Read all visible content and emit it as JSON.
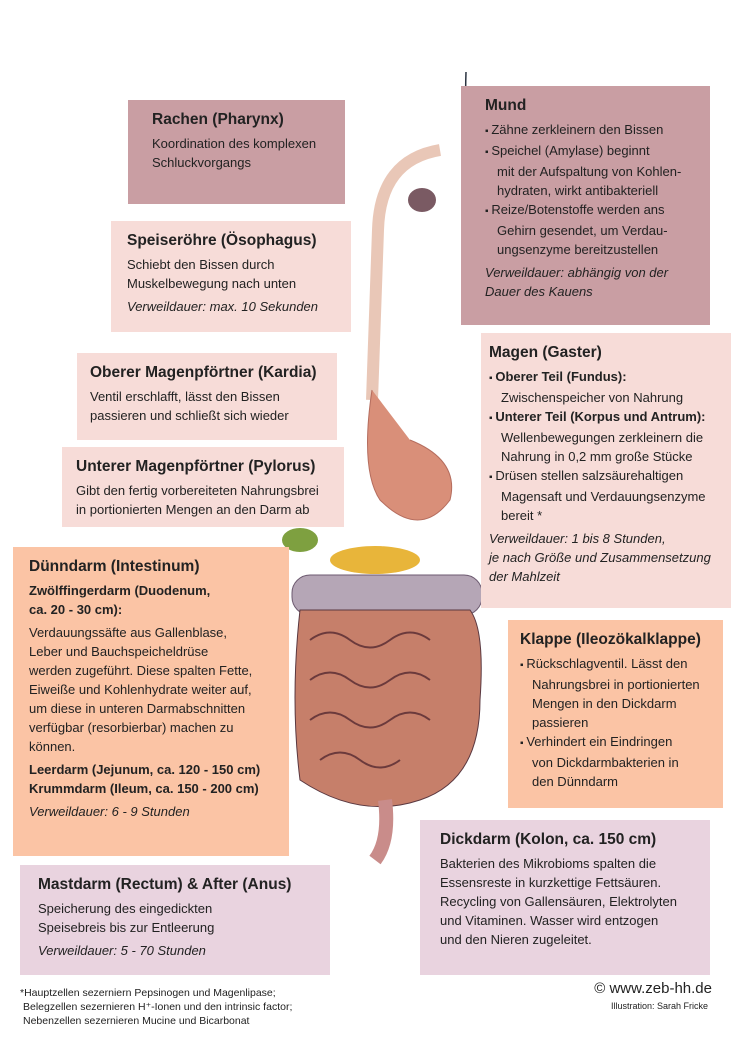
{
  "boxes": [
    {
      "id": "rachen",
      "title": "Rachen (Pharynx)",
      "lines": [
        {
          "t": "Koordination des komplexen",
          "s": "p"
        },
        {
          "t": "Schluckvorgangs",
          "s": "p"
        }
      ]
    },
    {
      "id": "mund",
      "title": "Mund",
      "lines": [
        {
          "t": "Zähne zerkleinern den Bissen",
          "s": "b"
        },
        {
          "t": "Speichel (Amylase) beginnt",
          "s": "b"
        },
        {
          "t": "mit der Aufspaltung von Kohlen-",
          "s": "c"
        },
        {
          "t": "hydraten, wirkt antibakteriell",
          "s": "c"
        },
        {
          "t": "Reize/Botenstoffe werden ans",
          "s": "b"
        },
        {
          "t": "Gehirn gesendet, um Verdau-",
          "s": "c"
        },
        {
          "t": "ungsenzyme bereitzustellen",
          "s": "c"
        },
        {
          "t": "Verweildauer: abhängig von der",
          "s": "i"
        },
        {
          "t": "Dauer des Kauens",
          "s": "i2"
        }
      ]
    },
    {
      "id": "speiseroehre",
      "title": "Speiseröhre (Ösophagus)",
      "lines": [
        {
          "t": "Schiebt den Bissen durch",
          "s": "p"
        },
        {
          "t": "Muskelbewegung nach unten",
          "s": "p"
        },
        {
          "t": "Verweildauer: max. 10 Sekunden",
          "s": "i"
        }
      ]
    },
    {
      "id": "kardia",
      "title": "Oberer Magenpförtner (Kardia)",
      "lines": [
        {
          "t": "Ventil erschlafft, lässt den Bissen",
          "s": "p"
        },
        {
          "t": "passieren und schließt sich wieder",
          "s": "p"
        }
      ]
    },
    {
      "id": "pylorus",
      "title": "Unterer Magenpförtner (Pylorus)",
      "lines": [
        {
          "t": "Gibt den fertig vorbereiteten Nahrungsbrei",
          "s": "p"
        },
        {
          "t": "in portionierten Mengen an den Darm ab",
          "s": "p"
        }
      ]
    },
    {
      "id": "magen",
      "title": "Magen (Gaster)",
      "lines": [
        {
          "t": "Oberer Teil (Fundus):",
          "s": "bb"
        },
        {
          "t": "Zwischenspeicher von Nahrung",
          "s": "c"
        },
        {
          "t": "Unterer Teil (Korpus und Antrum):",
          "s": "bb"
        },
        {
          "t": "Wellenbewegungen zerkleinern die",
          "s": "c"
        },
        {
          "t": "Nahrung in 0,2 mm große Stücke",
          "s": "c"
        },
        {
          "t": "Drüsen stellen salzsäurehaltigen",
          "s": "b"
        },
        {
          "t": "Magensaft und Verdauungsenzyme",
          "s": "c"
        },
        {
          "t": "bereit *",
          "s": "c"
        },
        {
          "t": "Verweildauer: 1 bis 8 Stunden,",
          "s": "i"
        },
        {
          "t": "je nach Größe und Zusammensetzung",
          "s": "i2"
        },
        {
          "t": "der Mahlzeit",
          "s": "i2"
        }
      ]
    },
    {
      "id": "duenndarm",
      "title": "Dünndarm (Intestinum)",
      "lines": [
        {
          "t": "Zwölffingerdarm (Duodenum,",
          "s": "bold"
        },
        {
          "t": "ca. 20 - 30 cm):",
          "s": "bold"
        },
        {
          "t": "Verdauungssäfte aus Gallenblase,",
          "s": "sp"
        },
        {
          "t": "Leber und Bauchspeicheldrüse",
          "s": "p"
        },
        {
          "t": "werden zugeführt. Diese spalten Fette,",
          "s": "p"
        },
        {
          "t": "Eiweiße und Kohlenhydrate weiter auf,",
          "s": "p"
        },
        {
          "t": "um diese in unteren Darmabschnitten",
          "s": "p"
        },
        {
          "t": "verfügbar (resorbierbar) machen zu",
          "s": "p"
        },
        {
          "t": "können.",
          "s": "p"
        },
        {
          "t": "Leerdarm (Jejunum, ca. 120 - 150 cm)",
          "s": "boldsp"
        },
        {
          "t": "Krummdarm (Ileum, ca. 150 - 200 cm)",
          "s": "bold"
        },
        {
          "t": "Verweildauer: 6 - 9 Stunden",
          "s": "i"
        }
      ]
    },
    {
      "id": "klappe",
      "title": "Klappe (Ileozökalklappe)",
      "lines": [
        {
          "t": "Rückschlagventil. Lässt den",
          "s": "b"
        },
        {
          "t": "Nahrungsbrei in portionierten",
          "s": "c"
        },
        {
          "t": "Mengen in den Dickdarm",
          "s": "c"
        },
        {
          "t": "passieren",
          "s": "c"
        },
        {
          "t": "Verhindert ein Eindringen",
          "s": "b"
        },
        {
          "t": "von Dickdarmbakterien in",
          "s": "c"
        },
        {
          "t": "den Dünndarm",
          "s": "c"
        }
      ]
    },
    {
      "id": "dickdarm",
      "title": "Dickdarm (Kolon, ca. 150 cm)",
      "lines": [
        {
          "t": "Bakterien des Mikrobioms spalten die",
          "s": "p"
        },
        {
          "t": "Essensreste in kurzkettige Fettsäuren.",
          "s": "p"
        },
        {
          "t": "Recycling von Gallensäuren, Elektrolyten",
          "s": "p"
        },
        {
          "t": "und Vitaminen. Wasser wird entzogen",
          "s": "p"
        },
        {
          "t": "und den Nieren zugeleitet.",
          "s": "p"
        }
      ]
    },
    {
      "id": "mastdarm",
      "title": "Mastdarm (Rectum) & After (Anus)",
      "lines": [
        {
          "t": "Speicherung des eingedickten",
          "s": "p"
        },
        {
          "t": "Speisebreis bis zur Entleerung",
          "s": "p"
        },
        {
          "t": "Verweildauer: 5 - 70 Stunden",
          "s": "i"
        }
      ]
    }
  ],
  "footnote": [
    "*Hauptzellen sezerniern Pepsinogen und Magenlipase;",
    "Belegzellen sezernieren H⁺-Ionen und den intrinsic factor;",
    "Nebenzellen sezernieren Mucine und Bicarbonat"
  ],
  "copyright": "© www.zeb-hh.de",
  "credit": "Illustration: Sarah Fricke",
  "colors": {
    "dark": "#c99ea3",
    "pale": "#f7dcd8",
    "peach": "#fbc4a5",
    "lavender": "#e9d3df"
  }
}
